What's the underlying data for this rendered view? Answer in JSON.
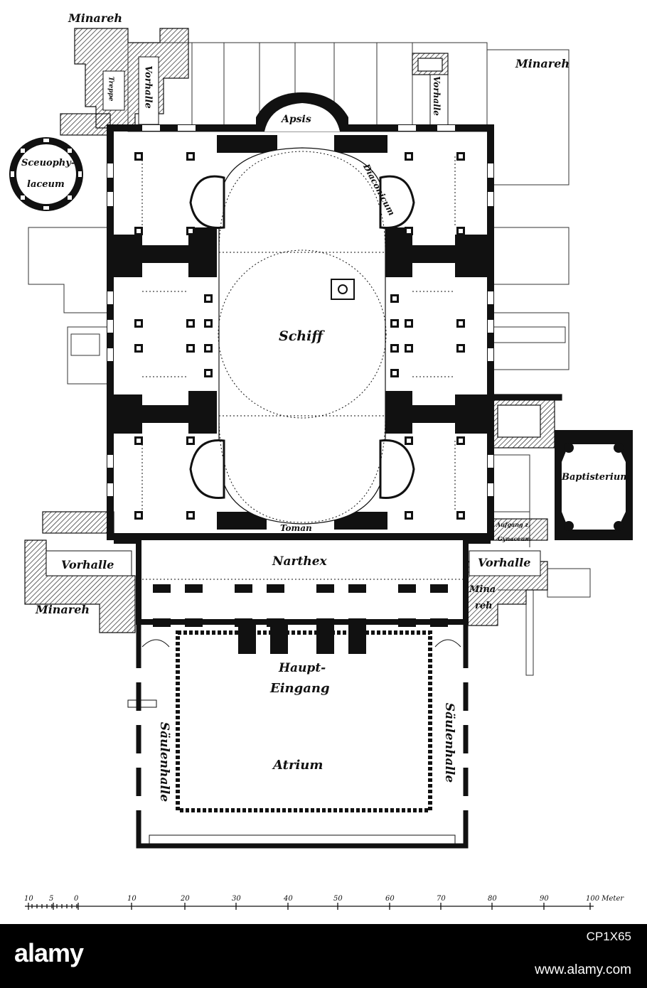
{
  "labels": {
    "minareh_nw": "Minareh",
    "minareh_ne": "Minareh",
    "minareh_sw": "Minareh",
    "minareh_se_1": "Mina",
    "minareh_se_2": "reh",
    "vorhalle_nw": "Vorhalle",
    "vorhalle_ne": "Vorhalle",
    "vorhalle_w": "Vorhalle",
    "vorhalle_e": "Vorhalle",
    "treppe": "Treppe",
    "sceuophylaceum_1": "Sceuophy-",
    "sceuophylaceum_2": "laceum",
    "apsis": "Apsis",
    "diaconicum": "Diaconicum",
    "schiff": "Schiff",
    "toman": "Toman",
    "narthex": "Narthex",
    "baptisterium": "Baptisterium",
    "aufgang_1": "Aufgang z.",
    "aufgang_2": "Gynaceum",
    "haupt_1": "Haupt-",
    "haupt_2": "Eingang",
    "atrium": "Atrium",
    "saeulenhalle_w": "Säulenhalle",
    "saeulenhalle_e": "Säulenhalle"
  },
  "scale": {
    "ticks": [
      "10",
      "5",
      "0",
      "10",
      "20",
      "30",
      "40",
      "50",
      "60",
      "70",
      "80",
      "90",
      "100 Meter"
    ]
  },
  "footer": {
    "brand": "alamy",
    "image_code": "CP1X65",
    "url": "www.alamy.com"
  },
  "colors": {
    "ink": "#111111",
    "paper": "#ffffff",
    "footer": "#000000"
  }
}
